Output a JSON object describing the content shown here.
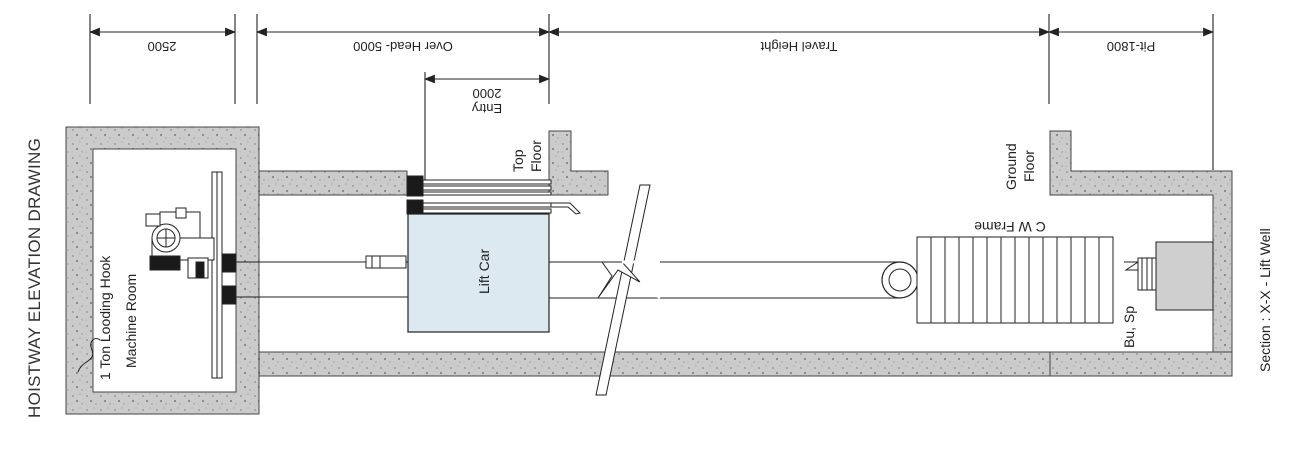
{
  "diagram": {
    "title": "HOISTWAY ELEVATION DRAWING",
    "section": "Section : X-X - Lift Well",
    "dimensions": {
      "machine_room": "2500",
      "overhead": "Over Head- 5000",
      "entry_value": "2000",
      "entry_label": "Entry",
      "travel": "Travel Height",
      "pit": "Pit-1800"
    },
    "labels": {
      "hook": "1 Ton Looding Hook",
      "machine_room": "Machine Room",
      "lift_car": "Lift Car",
      "top_floor_1": "Top",
      "top_floor_2": "Floor",
      "ground_floor_1": "Ground",
      "ground_floor_2": "Floor",
      "cw_frame": "C W Frame",
      "buffer": "Bu, Sp"
    },
    "colors": {
      "concrete": "#c8c8c8",
      "lift_car": "#dce9f0",
      "buffer_block": "#cfcfcf",
      "line": "#222222"
    }
  }
}
